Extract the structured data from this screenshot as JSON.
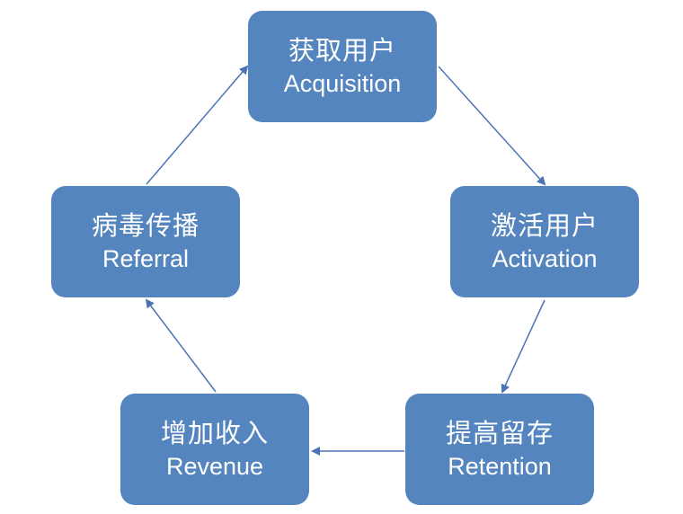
{
  "diagram": {
    "nodes": [
      {
        "id": "acquisition",
        "cn": "获取用户",
        "en": "Acquisition"
      },
      {
        "id": "activation",
        "cn": "激活用户",
        "en": "Activation"
      },
      {
        "id": "retention",
        "cn": "提高留存",
        "en": "Retention"
      },
      {
        "id": "revenue",
        "cn": "增加收入",
        "en": "Revenue"
      },
      {
        "id": "referral",
        "cn": "病毒传播",
        "en": "Referral"
      }
    ],
    "edges": [
      {
        "from": "acquisition",
        "to": "activation"
      },
      {
        "from": "activation",
        "to": "retention"
      },
      {
        "from": "retention",
        "to": "revenue"
      },
      {
        "from": "revenue",
        "to": "referral"
      },
      {
        "from": "referral",
        "to": "acquisition"
      }
    ],
    "colors": {
      "node_fill": "#5585be",
      "node_text": "#ffffff",
      "arrow": "#4a74b4"
    }
  }
}
